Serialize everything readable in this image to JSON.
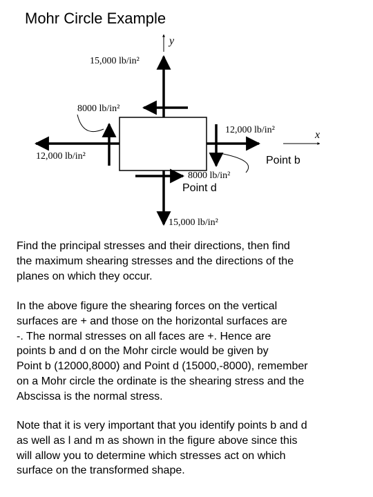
{
  "title": "Mohr Circle Example",
  "diagram": {
    "axis_y": "y",
    "axis_x": "x",
    "label_15000_top": "15,000 lb/in²",
    "label_8000_top": "8000 lb/in²",
    "label_12000_right": "12,000 lb/in²",
    "label_12000_left": "12,000 lb/in²",
    "label_8000_bottom": "8000 lb/in²",
    "label_15000_bottom": "15,000 lb/in²",
    "point_b": "Point b",
    "point_d": "Point d"
  },
  "paragraphs": [
    {
      "lines": [
        "Find the principal stresses and their directions, then find",
        "the maximum shearing stresses and the directions of the",
        "planes on which they occur."
      ]
    },
    {
      "lines": [
        "In the above figure the shearing forces on the vertical",
        "surfaces are + and those on the horizontal surfaces are",
        "-. The normal stresses on all faces are +. Hence are",
        "points b and d on the Mohr circle would be given by",
        "Point b (12000,8000) and Point d (15000,-8000), remember",
        "on a Mohr circle the ordinate is the shearing stress and the",
        "Abscissa is the normal stress."
      ]
    },
    {
      "lines": [
        "Note that it is very important that you identify points b and d",
        "as well as l and m as shown in the figure above since this",
        "will allow you to determine which stresses act on which",
        "surface on the transformed shape."
      ]
    }
  ]
}
